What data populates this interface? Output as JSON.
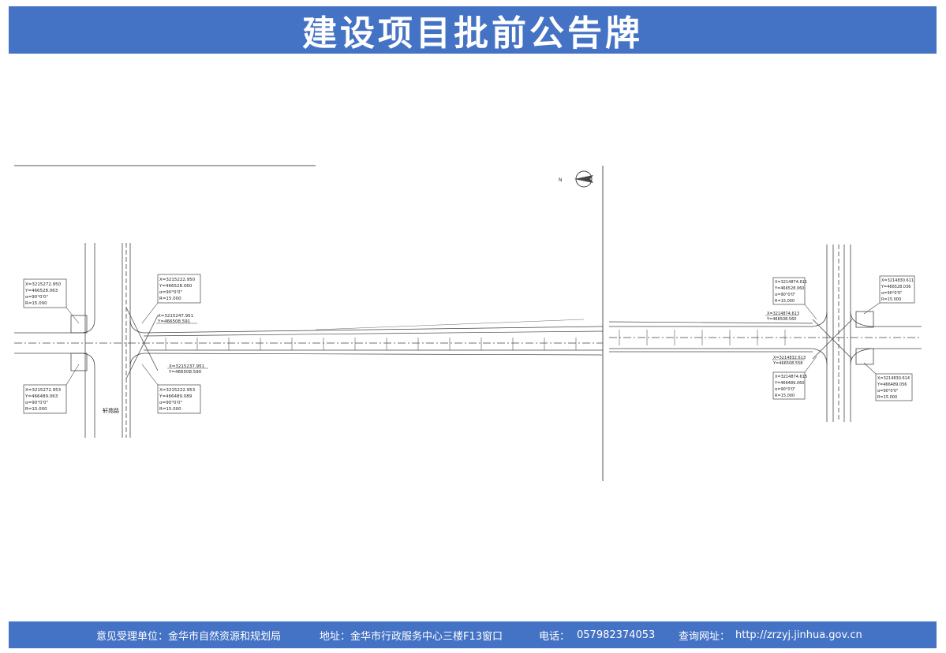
{
  "header": {
    "title": "建设项目批前公告牌"
  },
  "drawing": {
    "road_name_left": "轩苑路",
    "left_labels": [
      {
        "lines": [
          "X=3215272.950",
          "Y=466528.063",
          "α=90°0'0\"",
          "R=15.000"
        ]
      },
      {
        "lines": [
          "X=3215222.950",
          "Y=466528.060",
          "α=90°0'0\"",
          "R=15.000"
        ]
      },
      {
        "lines": [
          "X=3215247.951",
          "Y=466508.591"
        ]
      },
      {
        "lines": [
          "X=3215237.951",
          "Y=466508.590"
        ]
      },
      {
        "lines": [
          "X=3215272.953",
          "Y=466489.063",
          "α=90°0'0\"",
          "R=15.000"
        ]
      },
      {
        "lines": [
          "X=3215222.953",
          "Y=466489.089",
          "α=90°0'0\"",
          "R=15.000"
        ]
      }
    ],
    "right_labels": [
      {
        "lines": [
          "X=3214874.611",
          "Y=466528.060",
          "α=90°0'0\"",
          "R=15.000"
        ]
      },
      {
        "lines": [
          "X=3214830.611",
          "Y=466528.036",
          "α=90°0'0\"",
          "R=15.000"
        ]
      },
      {
        "lines": [
          "X=3214874.613",
          "Y=466508.560"
        ]
      },
      {
        "lines": [
          "X=3214832.613",
          "Y=466508.558"
        ]
      },
      {
        "lines": [
          "X=3214874.615",
          "Y=466489.060",
          "α=90°0'0\"",
          "R=15.000"
        ]
      },
      {
        "lines": [
          "X=3214830.614",
          "Y=466489.056",
          "α=90°0'0\"",
          "R=15.000"
        ]
      }
    ]
  },
  "footer": {
    "unit_label": "意见受理单位：金华市自然资源和规划局",
    "address_label": "地址：金华市行政服务中心三楼F13窗口",
    "phone_label": "电话：",
    "phone_value": "057982374053",
    "website_label": "查询网址：",
    "website_value": "http://zrzyj.jinhua.gov.cn"
  },
  "colors": {
    "banner": "#4472c4",
    "text_light": "#ffffff",
    "drawing_line": "#333333"
  }
}
